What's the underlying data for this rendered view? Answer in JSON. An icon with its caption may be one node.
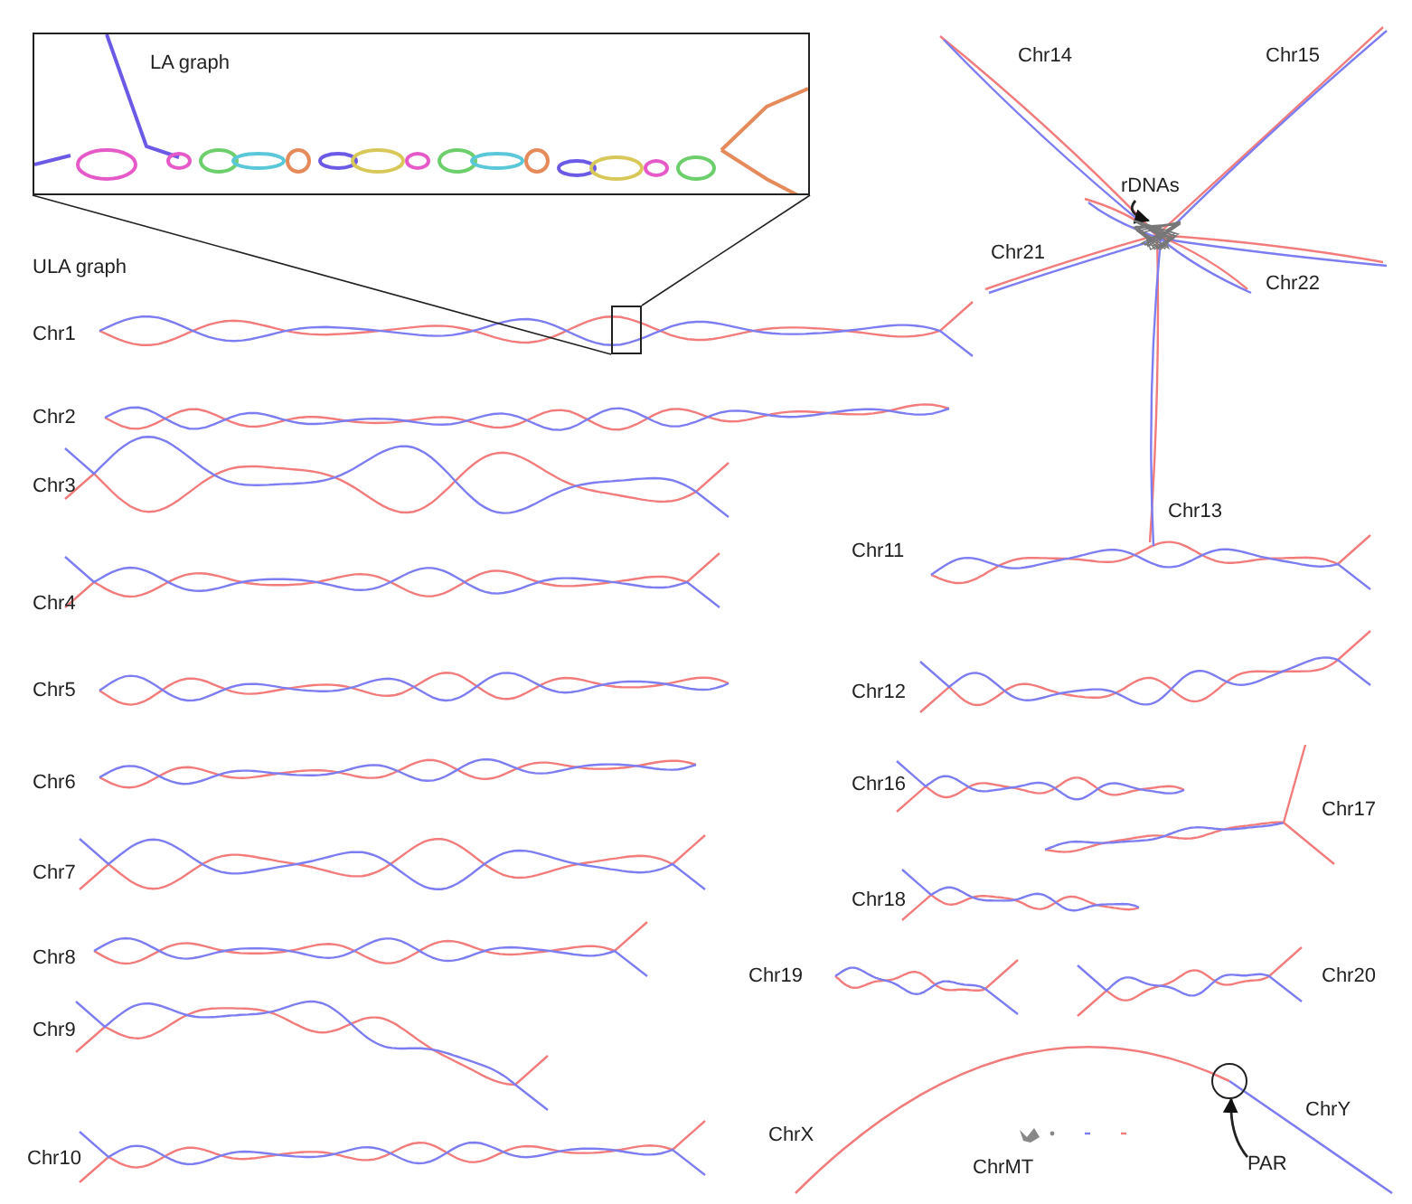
{
  "diagram": {
    "nodes": [
      {
        "text": [
          "LA graph"
        ]
      },
      {
        "text": [],
        "shape": "box"
      },
      {
        "text": [
          "rDNAs"
        ]
      },
      {
        "text": [],
        "shape": "cloud"
      },
      {
        "text": [
          "PAR"
        ]
      },
      {
        "text": [],
        "shape": "circle"
      }
    ],
    "edges": [
      {
        "from": 1,
        "to": 0,
        "arrow": "none"
      },
      {
        "from": 1,
        "to": 0,
        "arrow": "none"
      },
      {
        "from": 2,
        "to": 3,
        "arrow": "to"
      },
      {
        "from": 4,
        "to": 5,
        "arrow": "to"
      }
    ],
    "labels": [
      "Chr14",
      "Chr15",
      "Chr21",
      "ULA graph",
      "Chr22",
      "Chr1",
      "Chr2",
      "Chr3",
      "Chr13",
      "Chr11",
      "Chr4",
      "Chr12",
      "Chr5",
      "Chr16",
      "Chr6",
      "Chr17",
      "Chr7",
      "Chr18",
      "Chr8",
      "Chr19",
      "Chr20",
      "Chr9",
      "ChrY",
      "ChrX",
      "ChrMT",
      "Chr10"
    ]
  }
}
